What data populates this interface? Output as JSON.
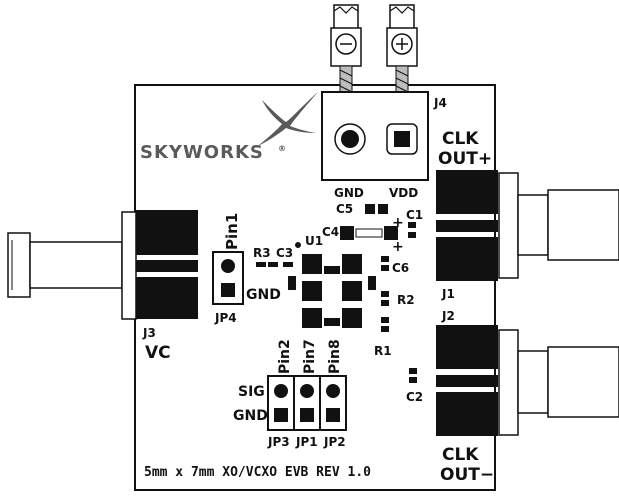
{
  "colors": {
    "ink": "#111111",
    "paper": "#ffffff",
    "grey": "#bdbdbd",
    "logo_grey": "#5a5a5a"
  },
  "branding": {
    "logo_text": "SKYWORKS",
    "registered_mark": "®"
  },
  "board_title": "5mm x 7mm XO/VCXO EVB REV 1.0",
  "power_connector": {
    "ref": "J4",
    "labels": {
      "gnd": "GND",
      "vdd": "VDD"
    },
    "terminals": [
      {
        "symbol": "minus-icon"
      },
      {
        "symbol": "plus-icon"
      }
    ]
  },
  "connectors": {
    "j1": {
      "ref": "J1",
      "label_line1": "CLK",
      "label_line2": "OUT+"
    },
    "j2": {
      "ref": "J2",
      "label_line1": "CLK",
      "label_line2": "OUT−"
    },
    "j3": {
      "ref": "J3",
      "label": "VC"
    }
  },
  "jumpers": {
    "jp4": {
      "ref": "JP4",
      "pin_label": "Pin1",
      "gnd_label": "GND"
    },
    "jp3": {
      "ref": "JP3",
      "pin_label": "Pin2"
    },
    "jp1": {
      "ref": "JP1",
      "pin_label": "Pin7"
    },
    "jp2": {
      "ref": "JP2",
      "pin_label": "Pin8"
    },
    "sig_label": "SIG",
    "gnd_label": "GND"
  },
  "components": {
    "u1": "U1",
    "c1": "C1",
    "c2": "C2",
    "c3": "C3",
    "c4": "C4",
    "c5": "C5",
    "c6": "C6",
    "r1": "R1",
    "r2": "R2",
    "r3": "R3"
  },
  "polarity": {
    "plus": "+"
  }
}
